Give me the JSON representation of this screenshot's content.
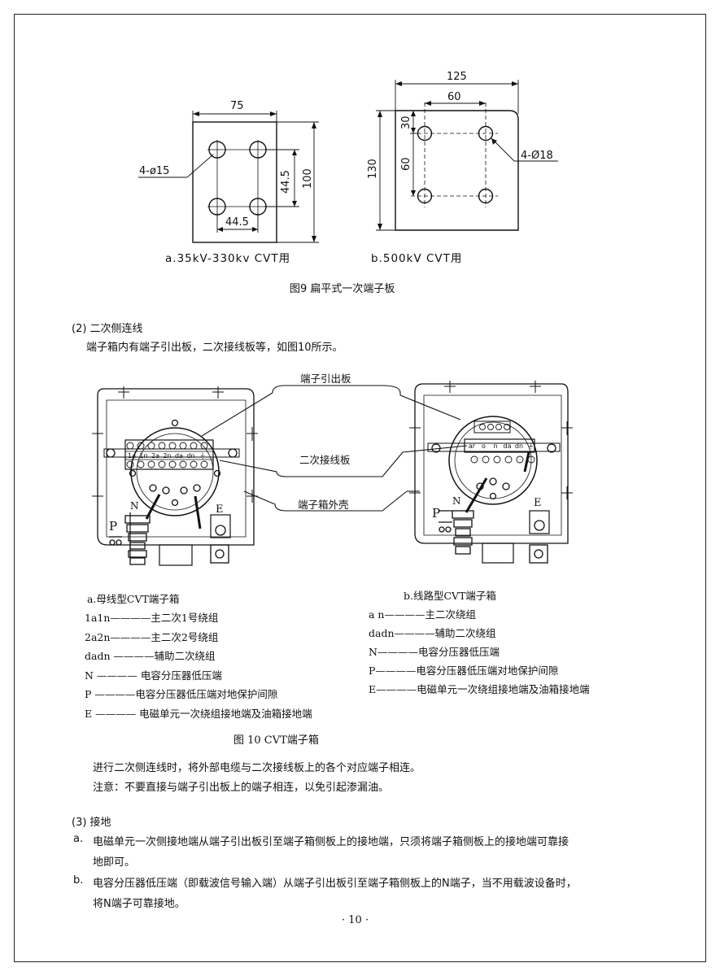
{
  "fig9": {
    "a": {
      "dim_width": "75",
      "dim_hole": "4-ø15",
      "dim_vert": "44.5",
      "dim_height": "100",
      "dim_bottom": "44.5",
      "caption": "a.35kV-330kv CVT用"
    },
    "b": {
      "dim_top": "125",
      "dim_inner": "60",
      "dim_30": "30",
      "dim_60": "60",
      "dim_height": "130",
      "dim_hole": "4-Ø18",
      "caption": "b.500kV CVT用"
    },
    "caption": "图9 扁平式一次端子板"
  },
  "section2": {
    "heading": "(2) 二次侧连线",
    "intro": "端子箱内有端子引出板，二次接线板等，如图10所示。"
  },
  "fig10": {
    "callouts": {
      "lead_board": "端子引出板",
      "wiring_board": "二次接线板",
      "housing": "端子箱外壳"
    },
    "a_terminals": [
      "1a",
      "1n",
      "2a",
      "2n",
      "da",
      "dn",
      "⏚"
    ],
    "b_terminals": [
      "ar",
      "o",
      "n",
      "da",
      "dn",
      "⏚"
    ],
    "label_N": "N",
    "label_P": "P",
    "label_E": "E",
    "legend_a": {
      "title": "a.母线型CVT端子箱",
      "items": [
        "1a1n————主二次1号绕组",
        "2a2n————主二次2号绕组",
        "dadn ————辅助二次绕组",
        " N ———— 电容分压器低压端",
        " P ————电容分压器低压端对地保护间隙",
        " E ———— 电磁单元一次绕组接地端及油箱接地端"
      ]
    },
    "legend_b": {
      "title": "b.线路型CVT端子箱",
      "items": [
        "a n————主二次绕组",
        "dadn————辅助二次绕组",
        "N————电容分压器低压端",
        "P————电容分压器低压端对地保护间隙",
        "E————电磁单元一次绕组接地端及油箱接地端"
      ]
    },
    "caption": "图 10 CVT端子箱"
  },
  "para_connect": "进行二次侧连线时，将外部电缆与二次接线板上的各个对应端子相连。",
  "para_note": "注意：不要直接与端子引出板上的端子相连，以免引起渗漏油。",
  "section3": {
    "heading": "(3)  接地",
    "a_marker": "a.",
    "a_line1": "电磁单元一次侧接地端从端子引出板引至端子箱侧板上的接地端，只须将端子箱侧板上的接地端可靠接",
    "a_line2": "地即可。",
    "b_marker": "b.",
    "b_line1": "电容分压器低压端（即载波信号输入端）从端子引出板引至端子箱侧板上的N端子，当不用载波设备时，",
    "b_line2": "将N端子可靠接地。"
  },
  "page_number": "· 10 ·"
}
